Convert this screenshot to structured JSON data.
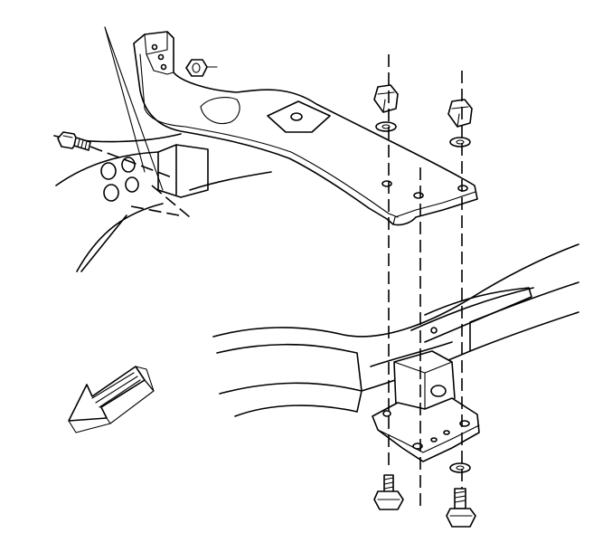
{
  "diagram": {
    "type": "exploded-assembly-line-drawing",
    "parts": [
      "transmission-support-crossmember",
      "crossmember-nuts",
      "crossmember-washers",
      "crossmember-mounting-bolt",
      "frame-rail-left",
      "frame-rail-right",
      "transmission-mount",
      "transmission-mount-bolts",
      "vehicle-front-arrow"
    ],
    "colors": {
      "line": "#000000",
      "background": "#ffffff"
    }
  }
}
